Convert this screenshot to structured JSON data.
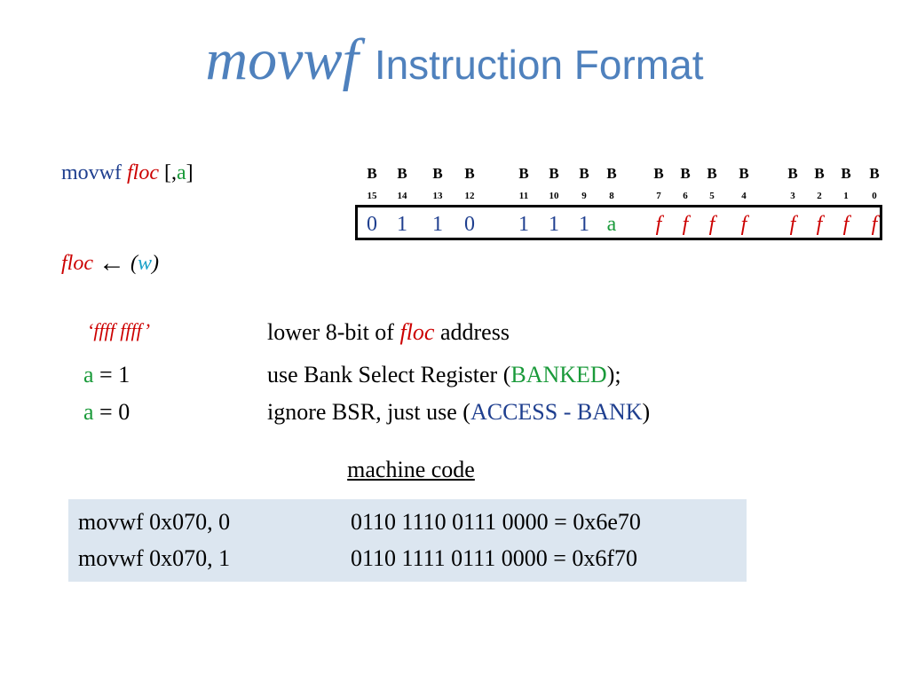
{
  "title": {
    "italic": "movwf",
    "rest": "Instruction Format"
  },
  "syntax": {
    "mnemonic": "movwf",
    "operand": "floc",
    "open": "[,",
    "opt": "a",
    "close": "]",
    "effect_dest": "floc",
    "arrow": "←",
    "paren_open": "(",
    "effect_src": "w",
    "paren_close": ")"
  },
  "bits": {
    "headers": [
      "B",
      "B",
      "B",
      "B",
      "B",
      "B",
      "B",
      "B",
      "B",
      "B",
      "B",
      "B",
      "B",
      "B",
      "B",
      "B"
    ],
    "numbers": [
      "15",
      "14",
      "13",
      "12",
      "11",
      "10",
      "9",
      "8",
      "7",
      "6",
      "5",
      "4",
      "3",
      "2",
      "1",
      "0"
    ],
    "values": [
      "0",
      "1",
      "1",
      "0",
      "1",
      "1",
      "1",
      "a",
      "f",
      "f",
      "f",
      "f",
      "f",
      "f",
      "f",
      "f"
    ]
  },
  "descriptions": {
    "ffff_label": "‘ffff ffff’",
    "ffff_text_pre": "lower 8-bit of",
    "ffff_text_floc": "floc",
    "ffff_text_post": "address",
    "a1_var": "a",
    "a1_eq": "= 1",
    "a1_pre": "use Bank Select Register (",
    "a1_keyword": "BANKED",
    "a1_post": ");",
    "a0_var": "a",
    "a0_eq": "= 0",
    "a0_pre": "ignore BSR, just use (",
    "a0_keyword": "ACCESS - BANK",
    "a0_post": ")"
  },
  "machine_code": {
    "heading": "machine code",
    "lines": [
      {
        "instr": "movwf  0x070, 0",
        "code": "0110 1110 0111 0000 = 0x6e70"
      },
      {
        "instr": "movwf  0x070, 1",
        "code": "0110 1111 0111 0000 = 0x6f70"
      }
    ]
  },
  "colors": {
    "title": "#4f81bd",
    "blue_text": "#1f3f8f",
    "red_text": "#cc0000",
    "green_text": "#1a9a3a",
    "cyan_text": "#1aa0c8",
    "box_bg": "#dce6f0"
  }
}
